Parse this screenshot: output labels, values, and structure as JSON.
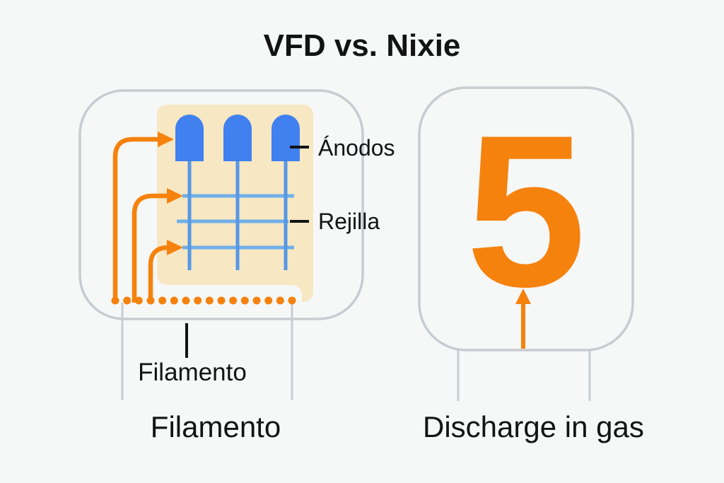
{
  "title": "VFD vs. Nixie",
  "vfd_tube": {
    "label_anodes": "Ánodos",
    "label_grid": "Rejilla",
    "label_filament": "Filamento",
    "caption": "Filamento",
    "anode_count": 3,
    "grid_line_count": 3,
    "filament_dot_count": 16
  },
  "nixie_tube": {
    "digit": "5",
    "caption": "Discharge in gas"
  },
  "colors": {
    "background": "#f6f7f7",
    "tube-outline": "#c7ccd1",
    "panel-beige": "#f8e7c3",
    "anode-blue": "#4080ef",
    "stem-blue": "#5598e6",
    "grid-blue": "#70afe8",
    "accent-orange": "#f5820d",
    "ink": "#131313"
  }
}
